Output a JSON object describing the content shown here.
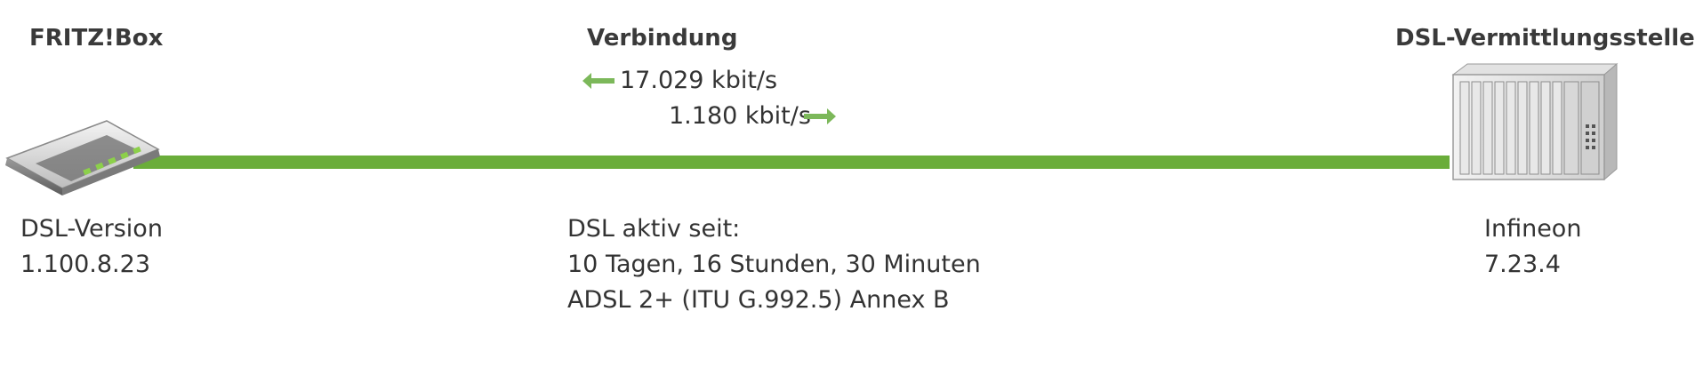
{
  "colors": {
    "line": "#6aad3a",
    "arrow": "#7cb85a"
  },
  "device": {
    "title": "FRITZ!Box",
    "label": "DSL-Version",
    "version": "1.100.8.23",
    "icon": "router-icon"
  },
  "connection": {
    "title": "Verbindung",
    "downstream": "17.029 kbit/s",
    "upstream": "1.180 kbit/s",
    "active_label": "DSL aktiv seit:",
    "active_duration": "10 Tagen, 16 Stunden, 30 Minuten",
    "mode": "ADSL 2+ (ITU G.992.5) Annex B"
  },
  "exchange": {
    "title": "DSL-Vermittlungsstelle",
    "vendor": "Infineon",
    "version": "7.23.4",
    "icon": "dslam-icon"
  }
}
